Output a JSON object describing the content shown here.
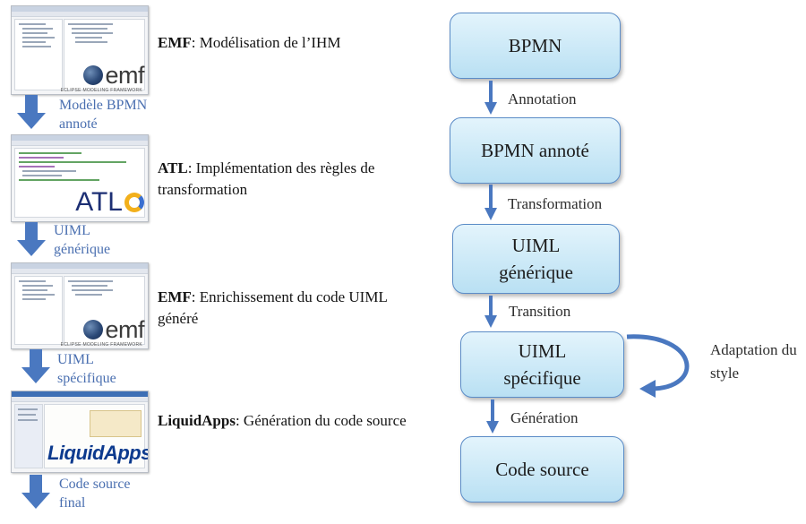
{
  "left": {
    "steps": [
      {
        "tool": "EMF",
        "text": ": Modélisation de l’IHM",
        "logo": "emf",
        "logo_sub": "ECLIPSE MODELING FRAMEWORK"
      },
      {
        "tool": "ATL",
        "text": ": Implémentation des règles de transformation",
        "logo": "ATL"
      },
      {
        "tool": "EMF",
        "text": ": Enrichissement du code UIML généré",
        "logo": "emf",
        "logo_sub": "ECLIPSE MODELING FRAMEWORK"
      },
      {
        "tool": "LiquidApps",
        "text": ": Génération du code source",
        "logo": "LiquidApps"
      }
    ],
    "artifacts": [
      "Modèle BPMN annoté",
      "UIML générique",
      "UIML spécifique",
      "Code source final"
    ]
  },
  "flow": {
    "nodes": [
      "BPMN",
      "BPMN annoté",
      "UIML générique",
      "UIML spécifique",
      "Code source"
    ],
    "edges": [
      "Annotation",
      "Transformation",
      "Transition",
      "Génération"
    ],
    "loop_label": "Adaptation du style"
  },
  "colors": {
    "arrow": "#4a78c0",
    "node_fill": "#c8e8f6",
    "node_border": "#5b8cc7",
    "caption": "#4a6fb0"
  }
}
